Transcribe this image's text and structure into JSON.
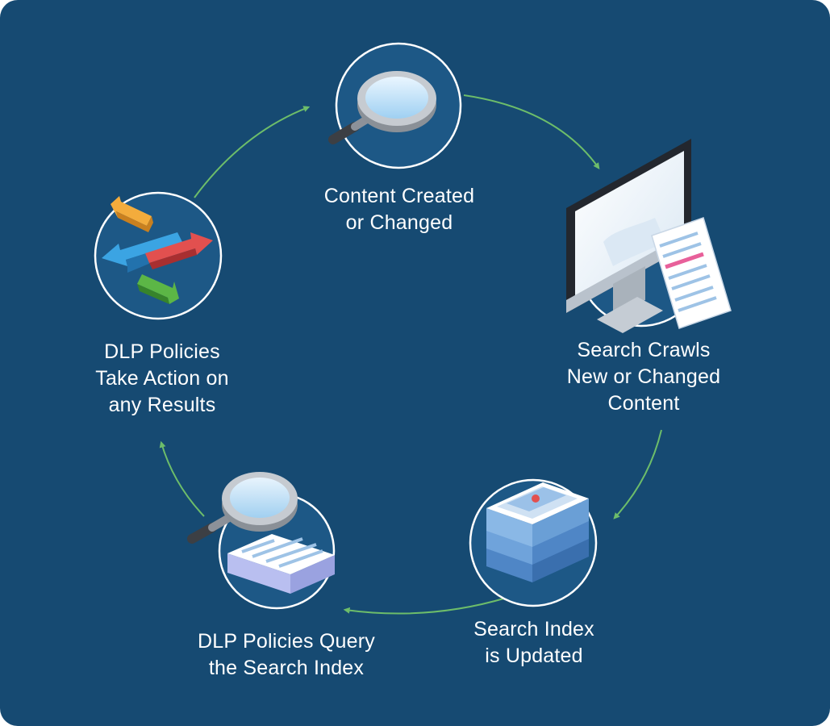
{
  "colors": {
    "background": "#164a72",
    "node_fill": "#1d5886",
    "node_ring": "#ffffff",
    "flow_arrow": "#6dbd6a",
    "accent_red": "#e2504f",
    "accent_green": "#5cb646",
    "accent_orange": "#f3ac3c",
    "accent_blue": "#3ba4e3"
  },
  "steps": [
    {
      "label": "Content Created\nor Changed",
      "icon": "magnifier-icon"
    },
    {
      "label": "Search Crawls\nNew or Changed\nContent",
      "icon": "monitor-printout-icon"
    },
    {
      "label": "Search Index\nis Updated",
      "icon": "document-stack-icon"
    },
    {
      "label": "DLP Policies Query\nthe Search Index",
      "icon": "magnifier-document-icon"
    },
    {
      "label": "DLP Policies\nTake Action on\nany Results",
      "icon": "exchange-arrows-icon"
    }
  ]
}
